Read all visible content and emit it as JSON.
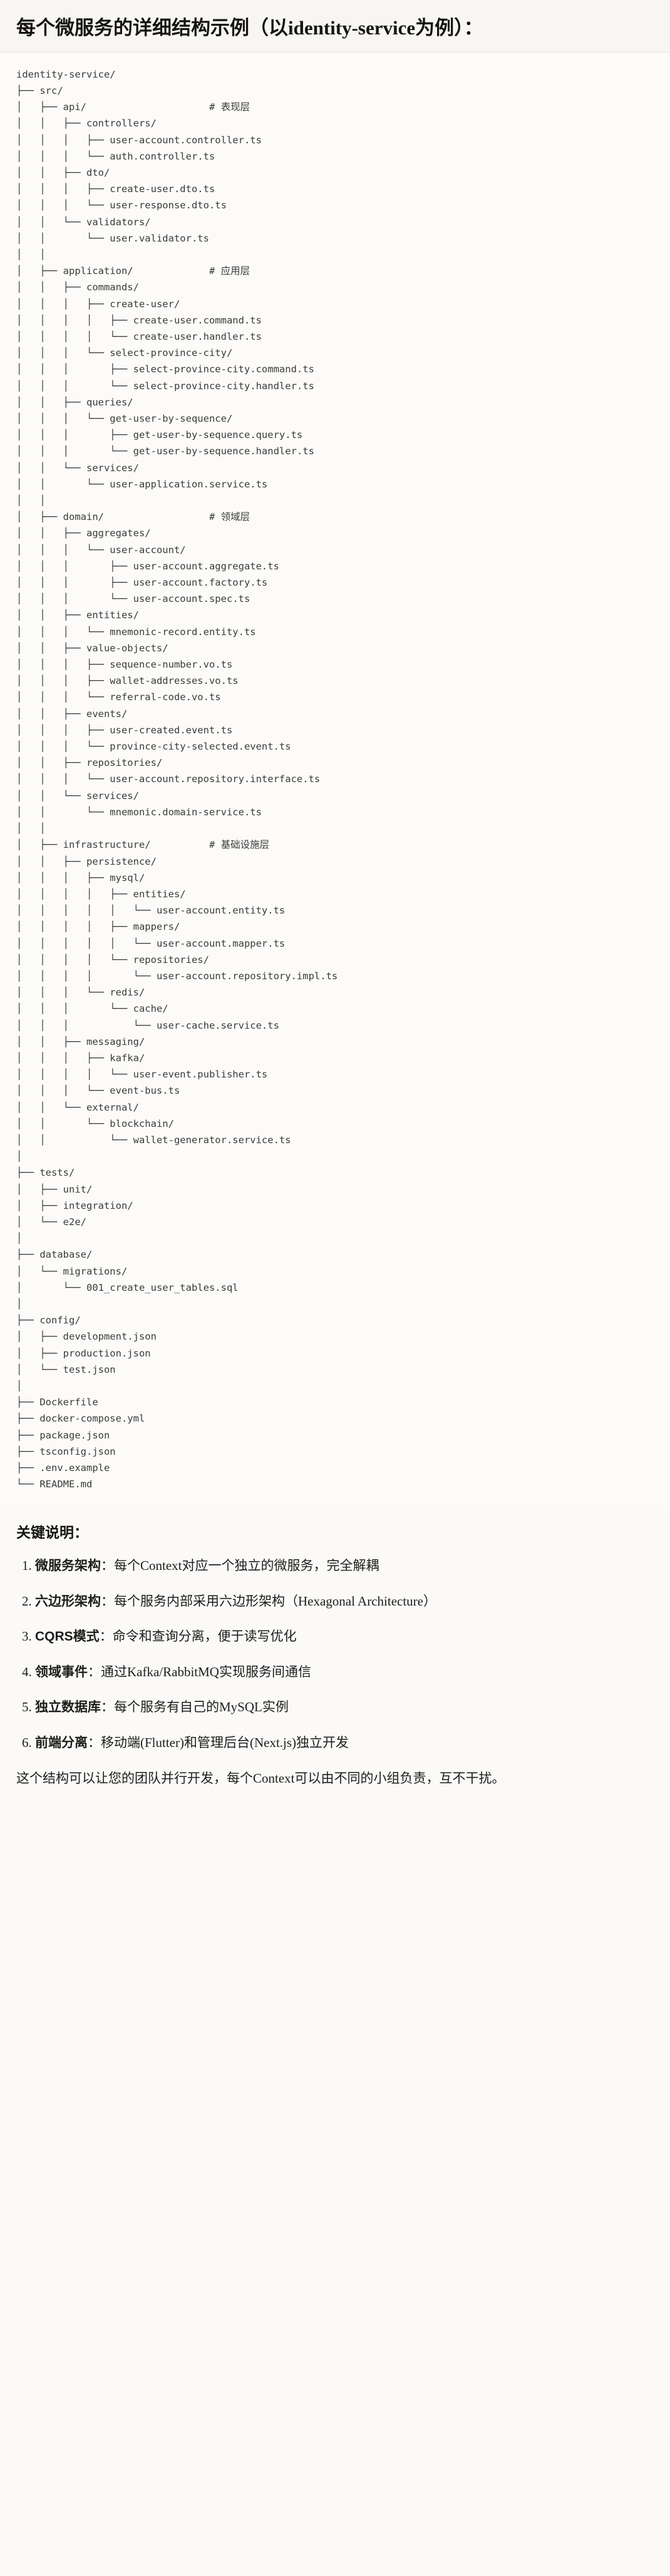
{
  "title": "每个微服务的详细结构示例（以identity-service为例）：",
  "tree": {
    "label": "identity-service directory tree",
    "lines": [
      {
        "text": "identity-service/",
        "comment": ""
      },
      {
        "text": "├── src/",
        "comment": ""
      },
      {
        "text": "│   ├── api/",
        "comment": "# 表现层"
      },
      {
        "text": "│   │   ├── controllers/",
        "comment": ""
      },
      {
        "text": "│   │   │   ├── user-account.controller.ts",
        "comment": ""
      },
      {
        "text": "│   │   │   └── auth.controller.ts",
        "comment": ""
      },
      {
        "text": "│   │   ├── dto/",
        "comment": ""
      },
      {
        "text": "│   │   │   ├── create-user.dto.ts",
        "comment": ""
      },
      {
        "text": "│   │   │   └── user-response.dto.ts",
        "comment": ""
      },
      {
        "text": "│   │   └── validators/",
        "comment": ""
      },
      {
        "text": "│   │       └── user.validator.ts",
        "comment": ""
      },
      {
        "text": "│   │",
        "comment": ""
      },
      {
        "text": "│   ├── application/",
        "comment": "# 应用层"
      },
      {
        "text": "│   │   ├── commands/",
        "comment": ""
      },
      {
        "text": "│   │   │   ├── create-user/",
        "comment": ""
      },
      {
        "text": "│   │   │   │   ├── create-user.command.ts",
        "comment": ""
      },
      {
        "text": "│   │   │   │   └── create-user.handler.ts",
        "comment": ""
      },
      {
        "text": "│   │   │   └── select-province-city/",
        "comment": ""
      },
      {
        "text": "│   │   │       ├── select-province-city.command.ts",
        "comment": ""
      },
      {
        "text": "│   │   │       └── select-province-city.handler.ts",
        "comment": ""
      },
      {
        "text": "│   │   ├── queries/",
        "comment": ""
      },
      {
        "text": "│   │   │   └── get-user-by-sequence/",
        "comment": ""
      },
      {
        "text": "│   │   │       ├── get-user-by-sequence.query.ts",
        "comment": ""
      },
      {
        "text": "│   │   │       └── get-user-by-sequence.handler.ts",
        "comment": ""
      },
      {
        "text": "│   │   └── services/",
        "comment": ""
      },
      {
        "text": "│   │       └── user-application.service.ts",
        "comment": ""
      },
      {
        "text": "│   │",
        "comment": ""
      },
      {
        "text": "│   ├── domain/",
        "comment": "# 领域层"
      },
      {
        "text": "│   │   ├── aggregates/",
        "comment": ""
      },
      {
        "text": "│   │   │   └── user-account/",
        "comment": ""
      },
      {
        "text": "│   │   │       ├── user-account.aggregate.ts",
        "comment": ""
      },
      {
        "text": "│   │   │       ├── user-account.factory.ts",
        "comment": ""
      },
      {
        "text": "│   │   │       └── user-account.spec.ts",
        "comment": ""
      },
      {
        "text": "│   │   ├── entities/",
        "comment": ""
      },
      {
        "text": "│   │   │   └── mnemonic-record.entity.ts",
        "comment": ""
      },
      {
        "text": "│   │   ├── value-objects/",
        "comment": ""
      },
      {
        "text": "│   │   │   ├── sequence-number.vo.ts",
        "comment": ""
      },
      {
        "text": "│   │   │   ├── wallet-addresses.vo.ts",
        "comment": ""
      },
      {
        "text": "│   │   │   └── referral-code.vo.ts",
        "comment": ""
      },
      {
        "text": "│   │   ├── events/",
        "comment": ""
      },
      {
        "text": "│   │   │   ├── user-created.event.ts",
        "comment": ""
      },
      {
        "text": "│   │   │   └── province-city-selected.event.ts",
        "comment": ""
      },
      {
        "text": "│   │   ├── repositories/",
        "comment": ""
      },
      {
        "text": "│   │   │   └── user-account.repository.interface.ts",
        "comment": ""
      },
      {
        "text": "│   │   └── services/",
        "comment": ""
      },
      {
        "text": "│   │       └── mnemonic.domain-service.ts",
        "comment": ""
      },
      {
        "text": "│   │",
        "comment": ""
      },
      {
        "text": "│   ├── infrastructure/",
        "comment": "# 基础设施层"
      },
      {
        "text": "│   │   ├── persistence/",
        "comment": ""
      },
      {
        "text": "│   │   │   ├── mysql/",
        "comment": ""
      },
      {
        "text": "│   │   │   │   ├── entities/",
        "comment": ""
      },
      {
        "text": "│   │   │   │   │   └── user-account.entity.ts",
        "comment": ""
      },
      {
        "text": "│   │   │   │   ├── mappers/",
        "comment": ""
      },
      {
        "text": "│   │   │   │   │   └── user-account.mapper.ts",
        "comment": ""
      },
      {
        "text": "│   │   │   │   └── repositories/",
        "comment": ""
      },
      {
        "text": "│   │   │   │       └── user-account.repository.impl.ts",
        "comment": ""
      },
      {
        "text": "│   │   │   └── redis/",
        "comment": ""
      },
      {
        "text": "│   │   │       └── cache/",
        "comment": ""
      },
      {
        "text": "│   │   │           └── user-cache.service.ts",
        "comment": ""
      },
      {
        "text": "│   │   ├── messaging/",
        "comment": ""
      },
      {
        "text": "│   │   │   ├── kafka/",
        "comment": ""
      },
      {
        "text": "│   │   │   │   └── user-event.publisher.ts",
        "comment": ""
      },
      {
        "text": "│   │   │   └── event-bus.ts",
        "comment": ""
      },
      {
        "text": "│   │   └── external/",
        "comment": ""
      },
      {
        "text": "│   │       └── blockchain/",
        "comment": ""
      },
      {
        "text": "│   │           └── wallet-generator.service.ts",
        "comment": ""
      },
      {
        "text": "│",
        "comment": ""
      },
      {
        "text": "├── tests/",
        "comment": ""
      },
      {
        "text": "│   ├── unit/",
        "comment": ""
      },
      {
        "text": "│   ├── integration/",
        "comment": ""
      },
      {
        "text": "│   └── e2e/",
        "comment": ""
      },
      {
        "text": "│",
        "comment": ""
      },
      {
        "text": "├── database/",
        "comment": ""
      },
      {
        "text": "│   └── migrations/",
        "comment": ""
      },
      {
        "text": "│       └── 001_create_user_tables.sql",
        "comment": ""
      },
      {
        "text": "│",
        "comment": ""
      },
      {
        "text": "├── config/",
        "comment": ""
      },
      {
        "text": "│   ├── development.json",
        "comment": ""
      },
      {
        "text": "│   ├── production.json",
        "comment": ""
      },
      {
        "text": "│   └── test.json",
        "comment": ""
      },
      {
        "text": "│",
        "comment": ""
      },
      {
        "text": "├── Dockerfile",
        "comment": ""
      },
      {
        "text": "├── docker-compose.yml",
        "comment": ""
      },
      {
        "text": "├── package.json",
        "comment": ""
      },
      {
        "text": "├── tsconfig.json",
        "comment": ""
      },
      {
        "text": "├── .env.example",
        "comment": ""
      },
      {
        "text": "└── README.md",
        "comment": ""
      }
    ]
  },
  "notes": {
    "heading": "关键说明：",
    "items": [
      {
        "term": "微服务架构",
        "sep": "：",
        "desc": "每个Context对应一个独立的微服务，完全解耦"
      },
      {
        "term": "六边形架构",
        "sep": "：",
        "desc": "每个服务内部采用六边形架构（Hexagonal Architecture）"
      },
      {
        "term": "CQRS模式",
        "sep": "：",
        "desc": "命令和查询分离，便于读写优化"
      },
      {
        "term": "领域事件",
        "sep": "：",
        "desc": "通过Kafka/RabbitMQ实现服务间通信"
      },
      {
        "term": "独立数据库",
        "sep": "：",
        "desc": "每个服务有自己的MySQL实例"
      },
      {
        "term": "前端分离",
        "sep": "：",
        "desc": "移动端(Flutter)和管理后台(Next.js)独立开发"
      }
    ],
    "closing": "这个结构可以让您的团队并行开发，每个Context可以由不同的小组负责，互不干扰。"
  },
  "colors": {
    "page_bg": "#fbfaf8",
    "title_bg": "#f7f6f2",
    "code_bg": "#fcfbf9",
    "text": "#1d1d1b",
    "code_text": "#3a3a38",
    "rule": "#e6e4de"
  }
}
